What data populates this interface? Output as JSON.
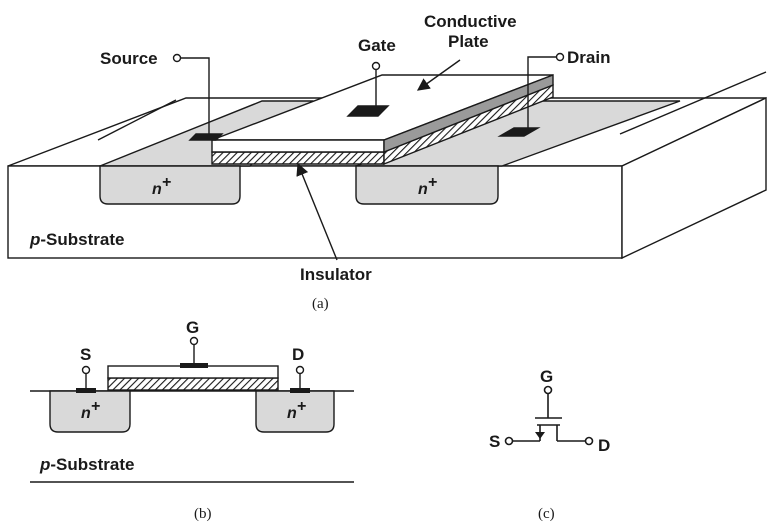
{
  "panel_a": {
    "source": "Source",
    "gate": "Gate",
    "conductive_line1": "Conductive",
    "conductive_line2": "Plate",
    "drain": "Drain",
    "n_plus": "n",
    "plus": "+",
    "substrate_p": "p",
    "substrate_rest": "-Substrate",
    "insulator": "Insulator",
    "caption": "(a)"
  },
  "panel_b": {
    "s": "S",
    "g": "G",
    "d": "D",
    "n_plus": "n",
    "plus": "+",
    "substrate_p": "p",
    "substrate_rest": "-Substrate",
    "caption": "(b)"
  },
  "panel_c": {
    "g": "G",
    "s": "S",
    "d": "D",
    "caption": "(c)"
  },
  "colors": {
    "ink": "#1a1a1a",
    "diffusion": "#d9d9d9",
    "plate_side": "#9a9a9a",
    "background": "#ffffff"
  }
}
